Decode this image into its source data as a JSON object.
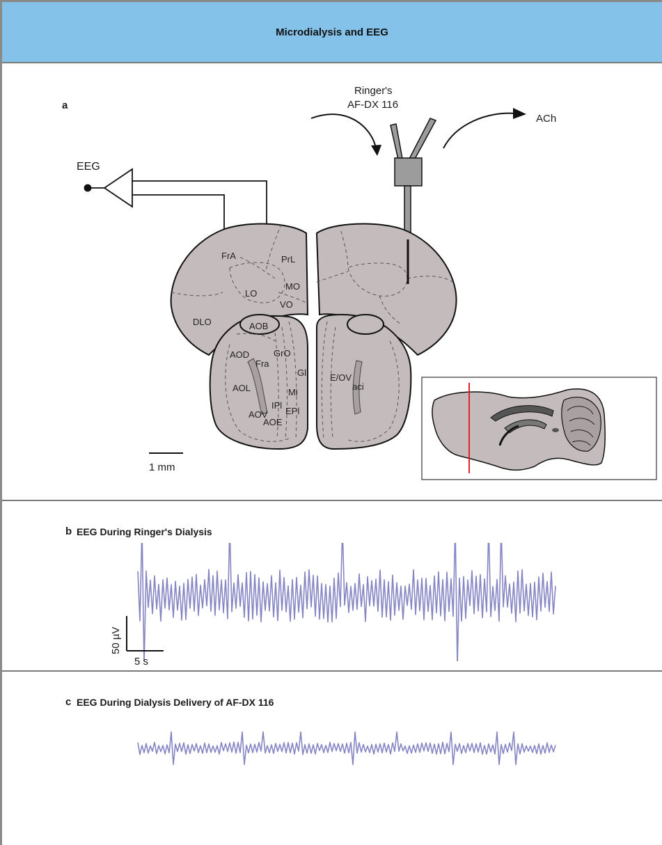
{
  "title": "Microdialysis and EEG",
  "panel_a": {
    "letter": "a",
    "eeg_label": "EEG",
    "inflow_line1": "Ringer's",
    "inflow_line2": "AF-DX 116",
    "outflow_label": "ACh",
    "scale_label": "1 mm",
    "region_labels": {
      "fra_upper": "FrA",
      "prl": "PrL",
      "lo": "LO",
      "mo": "MO",
      "vo": "VO",
      "dlo": "DLO",
      "aob": "AOB",
      "aod": "AOD",
      "fra_lower": "Fra",
      "gro": "GrO",
      "gl": "Gl",
      "aol": "AOL",
      "mi": "Mi",
      "ipl": "IPl",
      "epl": "EPl",
      "aov": "AOV",
      "aoe": "AOE",
      "eov": "E/OV",
      "aci": "aci"
    },
    "inset": {
      "section_line_color": "#e0202a"
    }
  },
  "panel_b": {
    "letter": "b",
    "title": "EEG During Ringer's Dialysis",
    "scale_v": "50 µV",
    "scale_t": "5 s"
  },
  "panel_c": {
    "letter": "c",
    "title": "EEG During Dialysis Delivery of AF-DX 116"
  },
  "colors": {
    "header_bg": "#85c2ea",
    "tissue": "#c4bcbc",
    "trace": "#8585c4",
    "section_line": "#e0202a"
  }
}
